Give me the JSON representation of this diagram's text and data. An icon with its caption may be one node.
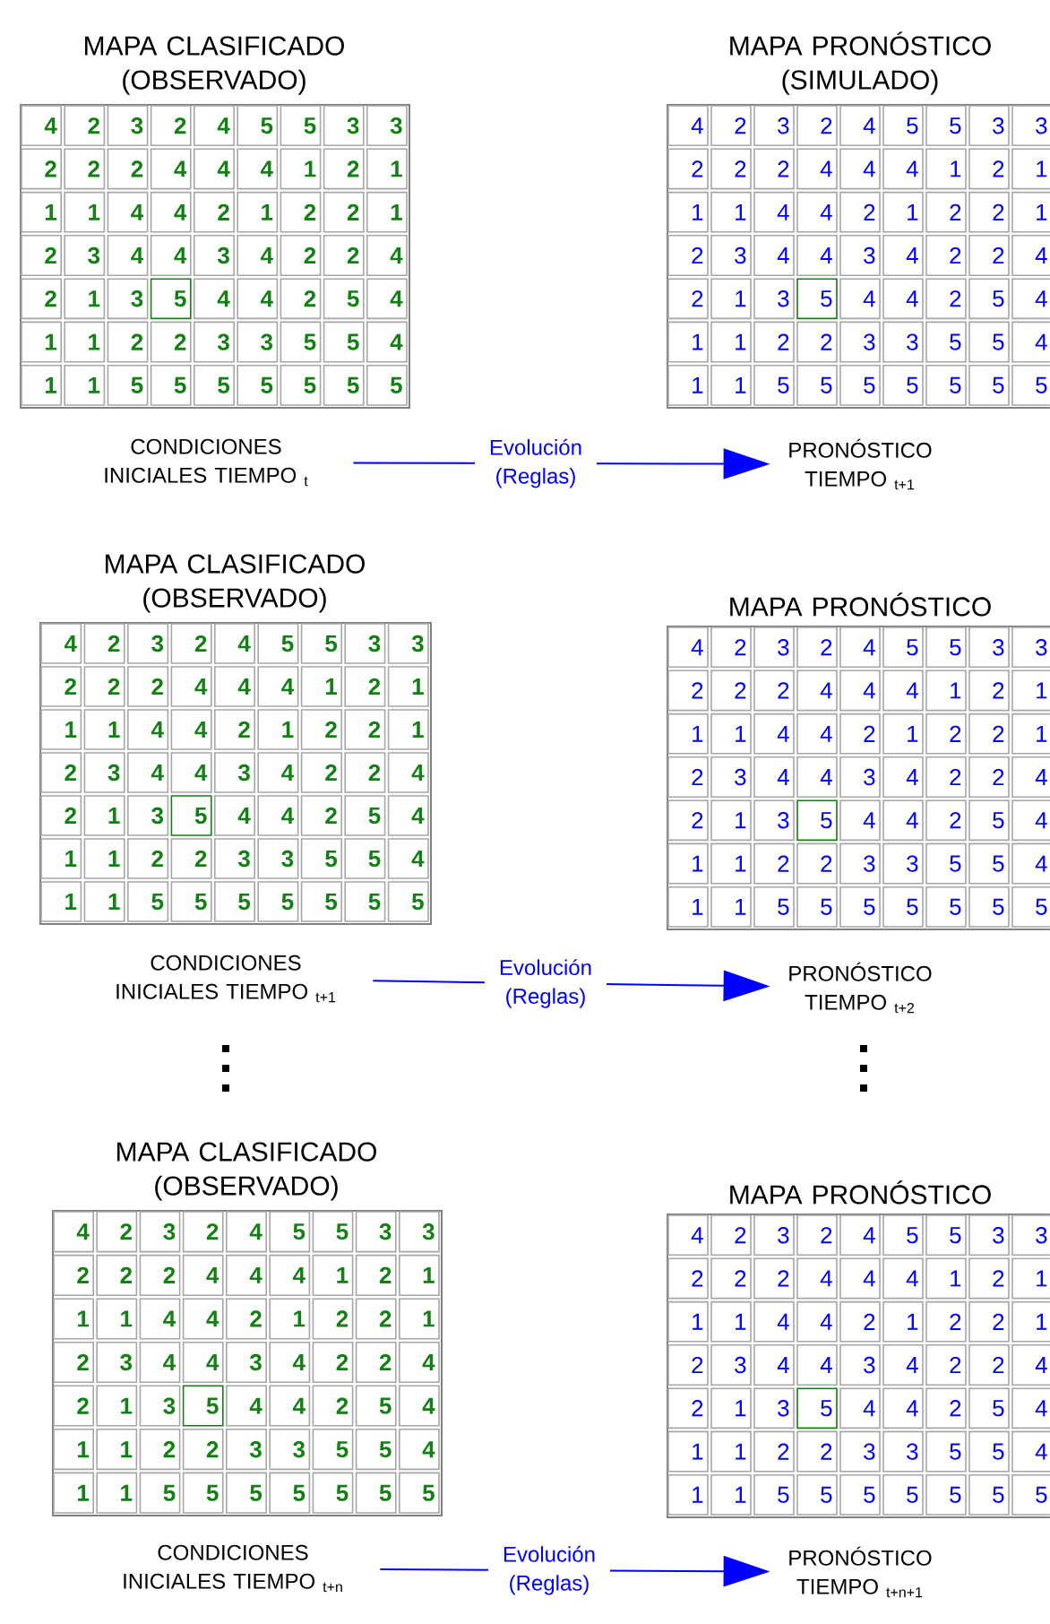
{
  "diagram": {
    "nodes": [
      {
        "text": [
          "MAPA CLASIFICADO (OBSERVADO)"
        ]
      },
      {
        "text": [
          "CONDICIONES INICIALES TIEMPO $_{t}$"
        ]
      },
      {
        "text": [
          "MAPA PRONÓSTICO (SIMULADO)"
        ]
      },
      {
        "text": [
          "PRONÓSTICO TIEMPO $_{t+1}$"
        ]
      },
      {
        "text": [
          "MAPA CLASIFICADO (OBSERVADO)"
        ]
      },
      {
        "text": [
          "CONDICIONES INICIALES TIEMPO $_{t+1}$"
        ]
      },
      {
        "text": [
          "MAPA PRONÓSTICO"
        ]
      },
      {
        "text": [
          "PRONÓSTICO TIEMPO $_{t+2}$"
        ]
      },
      {
        "text": [
          "MAPA CLASIFICADO (OBSERVADO)"
        ]
      },
      {
        "text": [
          "CONDICIONES INICIALES TIEMPO $_{t+n}$"
        ]
      },
      {
        "text": [
          "MAPA PRONÓSTICO"
        ]
      },
      {
        "text": [
          "PRONÓSTICO TIEMPO $_{t+n+1}$"
        ]
      }
    ],
    "edges": [
      {
        "from": 1,
        "to": 3,
        "arrow": "to",
        "label": "Evolución (Reglas)"
      },
      {
        "from": 5,
        "to": 7,
        "arrow": "to",
        "label": "Evolución (Reglas)"
      },
      {
        "from": 9,
        "to": 11,
        "arrow": "to",
        "label": "Evolución (Reglas)"
      }
    ],
    "labels": [
      "4",
      "2",
      "3",
      "2",
      "4",
      "5",
      "5",
      "3",
      "3",
      "2",
      "2",
      "2",
      "4",
      "4",
      "4",
      "1",
      "2",
      "1",
      "1",
      "1",
      "4",
      "4",
      "2",
      "1",
      "2",
      "2",
      "1",
      "2",
      "3",
      "4",
      "4",
      "3",
      "4",
      "2",
      "2",
      "4",
      "2",
      "1",
      "3",
      "5",
      "4",
      "4",
      "2",
      "5",
      "4",
      "1",
      "1",
      "2",
      "2",
      "3",
      "3",
      "5",
      "5",
      "4",
      "1",
      "1",
      "5",
      "5",
      "5",
      "5",
      "5",
      "5",
      "5",
      "4",
      "2",
      "3",
      "2",
      "4",
      "5",
      "5",
      "3",
      "3",
      "2",
      "2",
      "2",
      "4",
      "4",
      "4",
      "1",
      "2",
      "1",
      "1",
      "1",
      "4",
      "4",
      "2",
      "1",
      "2",
      "2",
      "1",
      "2",
      "3",
      "4",
      "4",
      "3",
      "4",
      "2",
      "2",
      "4",
      "2",
      "1",
      "3",
      "5",
      "4",
      "4",
      "2",
      "5",
      "4",
      "1",
      "1",
      "2",
      "2",
      "3",
      "3",
      "5",
      "5",
      "4",
      "1",
      "1",
      "5",
      "5",
      "5",
      "5",
      "5",
      "5",
      "5",
      "4",
      "2",
      "3",
      "2",
      "4",
      "5",
      "5",
      "3",
      "3",
      "2",
      "2",
      "2",
      "4",
      "4",
      "4",
      "1",
      "2",
      "1",
      "1",
      "1",
      "4",
      "4",
      "2",
      "1",
      "2",
      "2",
      "1",
      "2",
      "3",
      "4",
      "4",
      "3",
      "4",
      "2",
      "2",
      "4",
      "2",
      "1",
      "3",
      "5",
      "4",
      "4",
      "2",
      "5",
      "4",
      "1",
      "1",
      "2",
      "2",
      "3",
      "3",
      "5",
      "5",
      "4",
      "1",
      "1",
      "5",
      "5",
      "5",
      "5",
      "5",
      "5",
      "5",
      "4",
      "2",
      "3",
      "2",
      "4",
      "5",
      "5",
      "3",
      "3",
      "2",
      "2",
      "2",
      "4",
      "4",
      "4",
      "1",
      "2",
      "1",
      "1",
      "1",
      "4",
      "4",
      "2",
      "1",
      "2",
      "2",
      "1",
      "2",
      "3",
      "4",
      "4",
      "3",
      "4",
      "2",
      "2",
      "4",
      "2",
      "1",
      "3",
      "5",
      "4",
      "4",
      "2",
      "5",
      "4",
      "1",
      "1",
      "2",
      "2",
      "3",
      "3",
      "5",
      "5",
      "4",
      "1",
      "1",
      "5",
      "5",
      "5",
      "5",
      "5",
      "5",
      "5",
      "4",
      "2",
      "3",
      "2",
      "4",
      "5",
      "5",
      "3",
      "3",
      "2",
      "2",
      "2",
      "4",
      "4",
      "4",
      "1",
      "2",
      "1",
      "1",
      "1",
      "4",
      "4",
      "2",
      "1",
      "2",
      "2",
      "1",
      "2",
      "3",
      "4",
      "4",
      "3",
      "4",
      "2",
      "2",
      "4",
      "2",
      "1",
      "3",
      "5",
      "4",
      "4",
      "2",
      "5",
      "4",
      "1",
      "1",
      "2",
      "2",
      "3",
      "3",
      "5",
      "5",
      "4",
      "1",
      "1",
      "5",
      "5",
      "5",
      "5",
      "5",
      "5",
      "5",
      "4",
      "2",
      "3",
      "2",
      "4",
      "5",
      "5",
      "3",
      "3",
      "2",
      "2",
      "2",
      "4",
      "4",
      "4",
      "1",
      "2",
      "1",
      "1",
      "1",
      "4",
      "4",
      "2",
      "1",
      "2",
      "2",
      "1",
      "2",
      "3",
      "4",
      "4",
      "3",
      "4",
      "2",
      "2",
      "4",
      "2",
      "1",
      "3",
      "5",
      "4",
      "4",
      "2",
      "5",
      "4",
      "1",
      "1",
      "2",
      "2",
      "3",
      "3",
      "5",
      "5",
      "4",
      "1",
      "1",
      "5",
      "5",
      "5",
      "5",
      "5",
      "5",
      "5"
    ]
  }
}
